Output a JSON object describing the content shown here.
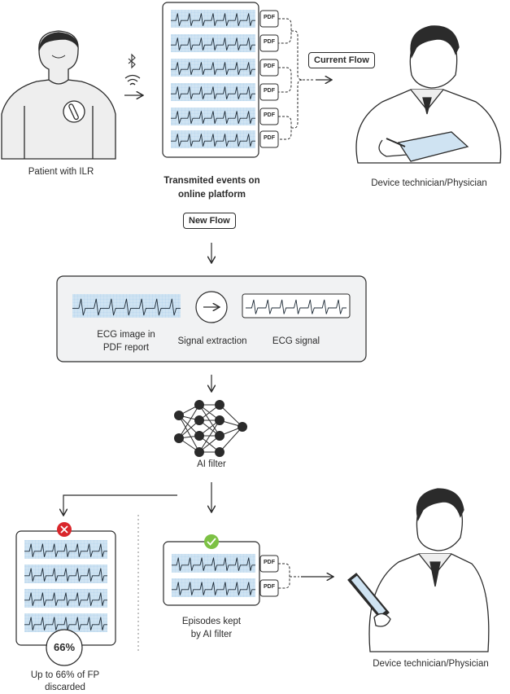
{
  "labels": {
    "patient": "Patient with ILR",
    "transmitted_line1": "Transmited events on",
    "transmitted_line2": "online platform",
    "current_flow": "Current Flow",
    "new_flow": "New Flow",
    "technician_top": "Device technician/Physician",
    "technician_bottom": "Device technician/Physician",
    "ecg_image_line1": "ECG image in",
    "ecg_image_line2": "PDF report",
    "signal_extraction": "Signal extraction",
    "ecg_signal": "ECG signal",
    "ai_filter": "AI filter",
    "kept_line1": "Episodes kept",
    "kept_line2": "by AI filter",
    "discard_line1": "Up to 66% of FP",
    "discard_line2": "discarded",
    "percent": "66%",
    "pdf": "PDF"
  },
  "icons": {
    "bluetooth": "bluetooth-icon",
    "wireless": "wifi-signal-icon",
    "reject": "x-circle-icon",
    "accept": "check-circle-icon"
  },
  "colors": {
    "ecg_fill": "#cfe3f2",
    "ecg_grid": "#9ec7e4",
    "line": "#2b2b2b",
    "panel": "#f1f2f3",
    "reject": "#d9262b",
    "accept": "#7cc144"
  }
}
